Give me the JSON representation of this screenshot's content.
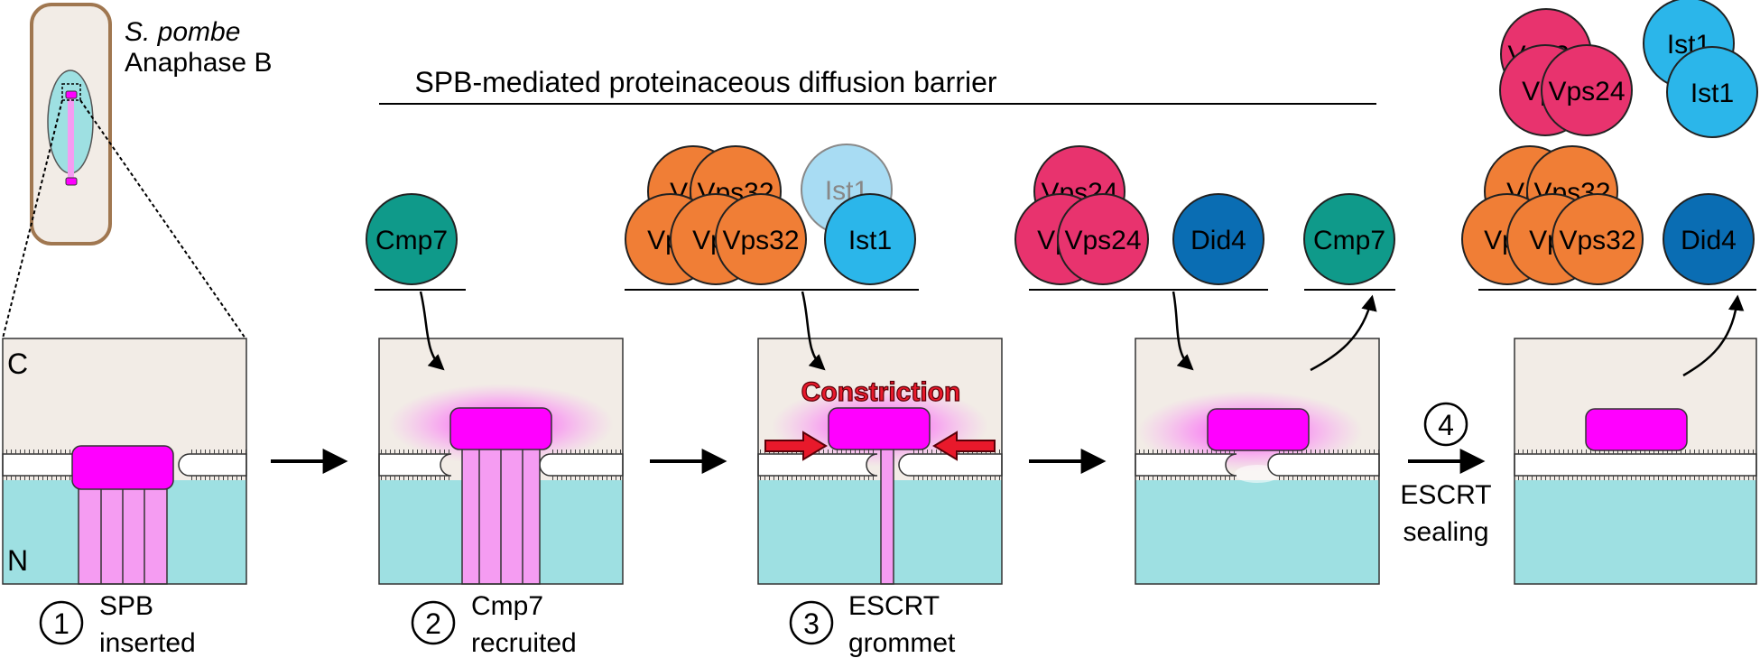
{
  "inset": {
    "species": "S. pombe",
    "stage": "Anaphase B"
  },
  "barrier_title": "SPB-mediated proteinaceous diffusion barrier",
  "compartments": {
    "cytoplasm": "C",
    "nucleus": "N"
  },
  "proteins": {
    "cmp7": "Cmp7",
    "vps32": "Vps32",
    "vps32_partial": "Vps",
    "ist1": "Ist1",
    "vps24": "Vps24",
    "vps24_partial": "Vps",
    "did4": "Did4"
  },
  "constriction_label": "Constriction",
  "steps": [
    {
      "number": "1",
      "line1": "SPB",
      "line2": "inserted"
    },
    {
      "number": "2",
      "line1": "Cmp7",
      "line2": "recruited"
    },
    {
      "number": "3",
      "line1": "ESCRT",
      "line2": "grommet"
    },
    {
      "number": "4",
      "line1": "ESCRT",
      "line2": "sealing"
    }
  ],
  "colors": {
    "cytoplasm": "#f2ece6",
    "nucleus": "#9ee0e2",
    "spb": "#ff00ff",
    "microtubule": "#f59cf2",
    "cmp7": "#0f9a8a",
    "vps32": "#f07e36",
    "vps24": "#e8336e",
    "ist1": "#2bb6ea",
    "ist1_faded": "#a8dcf3",
    "did4": "#0a6db3",
    "arrow_red": "#e8192b",
    "cell_outline": "#a07750"
  }
}
